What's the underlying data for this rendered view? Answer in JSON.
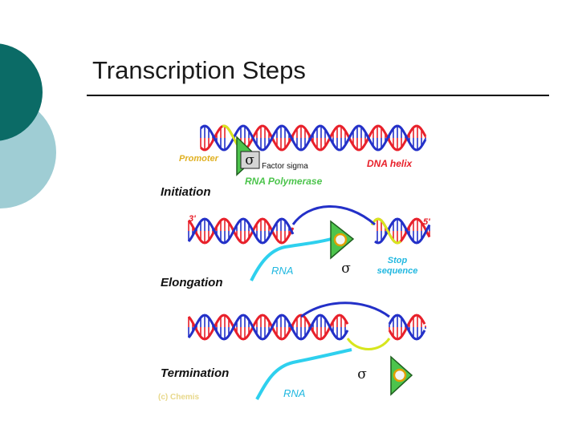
{
  "slide": {
    "title": "Transcription Steps"
  },
  "colors": {
    "deco_dark": "#0b6b66",
    "deco_light": "#9fcdd4",
    "strand_red": "#e8202a",
    "strand_blue": "#2330c8",
    "promoter_yellow": "#d7e61e",
    "rna_cyan": "#2ed0ee",
    "polymerase_green": "#4cc44c",
    "label_red": "#e8202a",
    "label_cyan": "#22b8e0",
    "label_yellow": "#e0b020"
  },
  "figure": {
    "initiation": {
      "step": "Initiation",
      "promoter": "Promoter",
      "factor": "Factor sigma",
      "dna_helix": "DNA helix",
      "polymerase": "RNA Polymerase",
      "sigma": "σ"
    },
    "elongation": {
      "step": "Elongation",
      "end_3": "3'",
      "end_5": "5'",
      "rna": "RNA",
      "sigma": "σ",
      "stop_line1": "Stop",
      "stop_line2": "sequence"
    },
    "termination": {
      "step": "Termination",
      "rna": "RNA",
      "sigma": "σ",
      "credit": "(c) Chemis"
    }
  },
  "icons": [
    "sigma-factor-icon",
    "rna-polymerase-icon"
  ]
}
